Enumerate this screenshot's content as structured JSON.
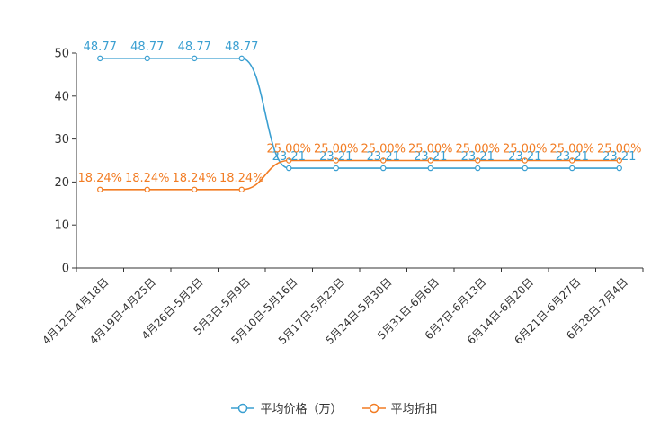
{
  "chart_data": {
    "type": "line",
    "title": "",
    "xlabel": "",
    "ylabel": "",
    "categories": [
      "4月12日-4月18日",
      "4月19日-4月25日",
      "4月26日-5月2日",
      "5月3日-5月9日",
      "5月10日-5月16日",
      "5月17日-5月23日",
      "5月24日-5月30日",
      "5月31日-6月6日",
      "6月7日-6月13日",
      "6月14日-6月20日",
      "6月21日-6月27日",
      "6月28日-7月4日"
    ],
    "ylim": [
      0,
      50
    ],
    "yticks": [
      "0",
      "10",
      "20",
      "30",
      "40",
      "50"
    ],
    "grid": false,
    "legend_position": "bottom-center",
    "series": [
      {
        "name": "平均价格（万）",
        "color": "#3a9fd1",
        "values": [
          48.77,
          48.77,
          48.77,
          48.77,
          23.21,
          23.21,
          23.21,
          23.21,
          23.21,
          23.21,
          23.21,
          23.21
        ],
        "labels": [
          "48.77",
          "48.77",
          "48.77",
          "48.77",
          "23.21",
          "23.21",
          "23.21",
          "23.21",
          "23.21",
          "23.21",
          "23.21",
          "23.21"
        ]
      },
      {
        "name": "平均折扣",
        "color": "#f27c23",
        "values": [
          18.24,
          18.24,
          18.24,
          18.24,
          25.0,
          25.0,
          25.0,
          25.0,
          25.0,
          25.0,
          25.0,
          25.0
        ],
        "labels": [
          "18.24%",
          "18.24%",
          "18.24%",
          "18.24%",
          "25.00%",
          "25.00%",
          "25.00%",
          "25.00%",
          "25.00%",
          "25.00%",
          "25.00%",
          "25.00%"
        ]
      }
    ]
  }
}
